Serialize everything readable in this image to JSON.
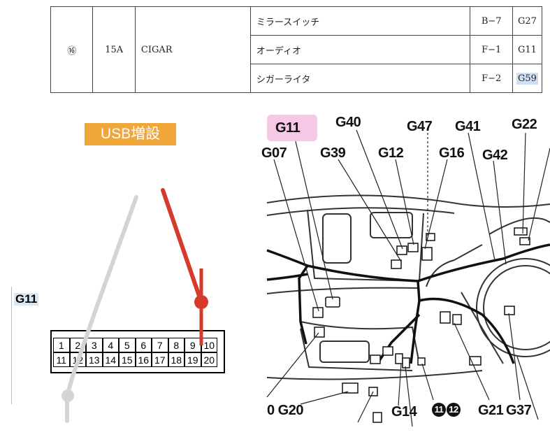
{
  "fuse_table": {
    "fuse_no": "⑯",
    "amperage": "15A",
    "name": "CIGAR",
    "rows": [
      {
        "item": "ミラースイッチ",
        "location": "B−7",
        "connector": "G27"
      },
      {
        "item": "オーディオ",
        "location": "F−1",
        "connector": "G11"
      },
      {
        "item": "シガーライタ",
        "location": "F−2",
        "connector": "G59"
      }
    ]
  },
  "usb_label": "USB増設",
  "connector_label": "G11",
  "pins_row1": [
    "1",
    "2",
    "3",
    "4",
    "5",
    "6",
    "7",
    "8",
    "9",
    "10"
  ],
  "pins_row2": [
    "11",
    "12",
    "13",
    "14",
    "15",
    "16",
    "17",
    "18",
    "19",
    "20"
  ],
  "diagram_labels": {
    "g11": "G11",
    "g40": "G40",
    "g47": "G47",
    "g41": "G41",
    "g22": "G22",
    "g07": "G07",
    "g39": "G39",
    "g12": "G12",
    "g16": "G16",
    "g42": "G42",
    "g20": "0 G20",
    "g14": "G14",
    "g21": "G21",
    "g37": "G37",
    "c11": "11",
    "c12": "12"
  },
  "colors": {
    "wire_red": "#d63a2a",
    "wire_gray": "#d4d4d4",
    "usb_bg": "#f0a638",
    "g11_bg": "#f6c8e6"
  }
}
